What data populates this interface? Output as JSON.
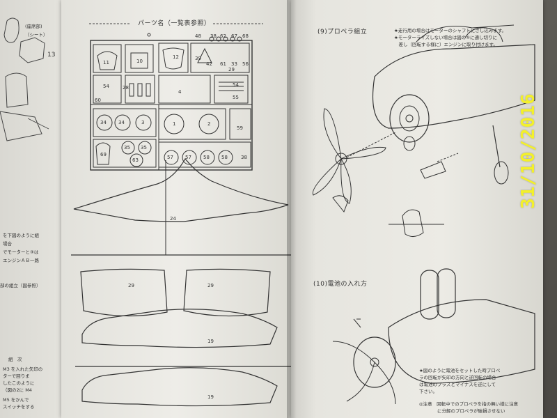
{
  "left_page": {
    "texts": [
      "(座席部)",
      "（シート）",
      "を下図のように組",
      "場合",
      "でモーターと③は",
      "エンジンＡＢ一路",
      "部の組立（図参照）",
      "組　次",
      "M3 を入れた矢印の",
      "ターで回りま",
      "したこのように",
      "（図の2に M4",
      "M5 をかんで",
      "スイッチをする"
    ],
    "numbers": [
      "13"
    ]
  },
  "center_page": {
    "title": "パーツ名（一覧表参照）",
    "parts_top_row": [
      "48",
      "38",
      "62",
      "67",
      "68"
    ],
    "parts": [
      "11",
      "10",
      "12",
      "39",
      "42",
      "61",
      "33",
      "56",
      "29",
      "54",
      "60",
      "28",
      "4",
      "54",
      "55",
      "34",
      "34",
      "3",
      "1",
      "2",
      "59",
      "69",
      "35",
      "35",
      "63",
      "57",
      "57",
      "58",
      "58",
      "38",
      "24",
      "29",
      "29",
      "19",
      "19"
    ]
  },
  "right_page": {
    "section9_title": "(9)プロペラ組立",
    "section9_notes": [
      "★走行用の場合はモーターのシャフトにさし込みます。",
      "★モーターライズしない場合は図の⑤に通し切りに",
      "　差し（回転する様に）エンジンに取り付けます。"
    ],
    "section10_title": "(10)電池の入れ方",
    "section10_notes": [
      "★図のように電池をセットした時プロペ",
      "ラの回転が矢印の方向と逆回転の場合",
      "は電池のプラスとマイナスを逆にして",
      "下さい。"
    ],
    "footer_notes": [
      "◎注意　回転中でのプロペラを指の無い様に注意",
      "　　　　に分解のプロペラが破損させない"
    ]
  },
  "date_stamp": "31/10/2016",
  "colors": {
    "paper": "#e9e8e2",
    "ink": "#333333",
    "stamp": "#f3f02b",
    "background": "#6b6a64"
  }
}
